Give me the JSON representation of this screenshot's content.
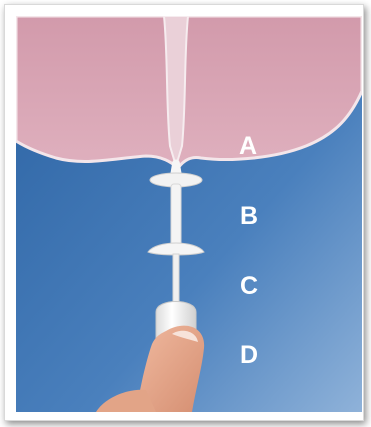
{
  "labels": {
    "a": "A",
    "b": "B",
    "c": "C",
    "d": "D"
  },
  "colors": {
    "background_top": "#2e66a6",
    "background_bottom": "#4f86c2",
    "gum_tissue": "#d9a2b2",
    "device": "#f4f4f4",
    "skin": "#e6a98d"
  }
}
